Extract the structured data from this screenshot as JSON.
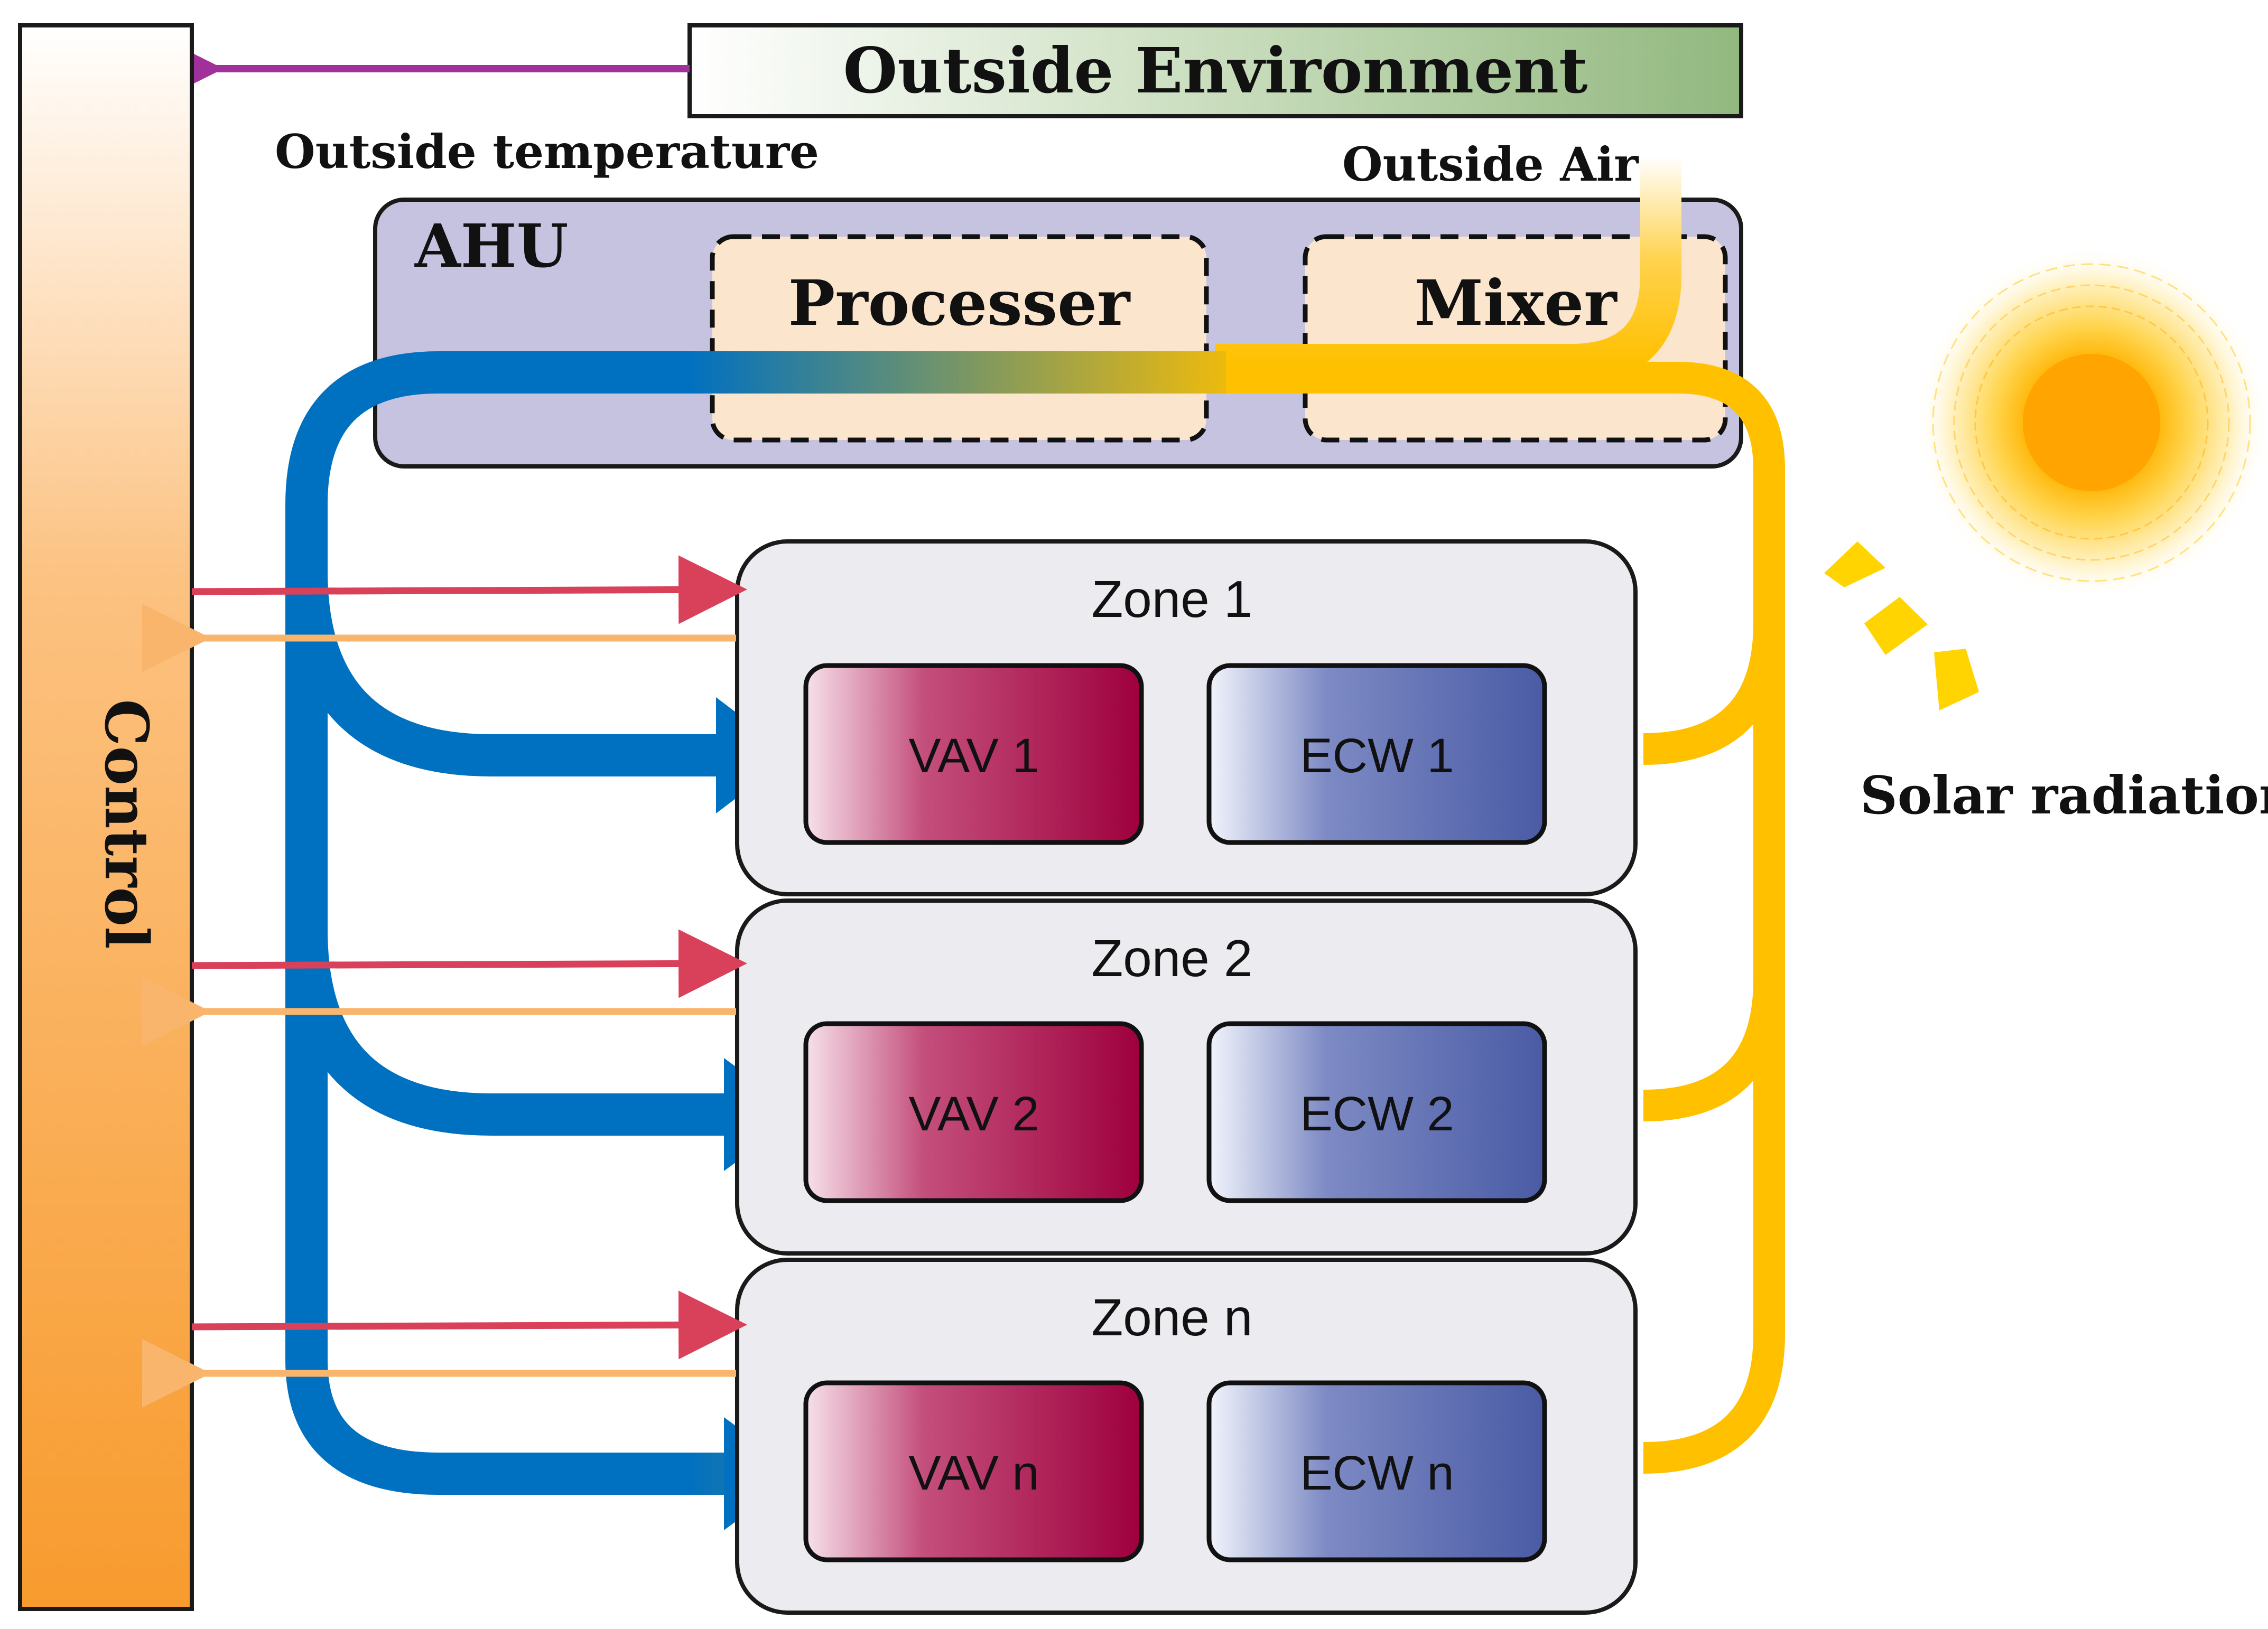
{
  "control": {
    "label": "Control"
  },
  "outside_environment": {
    "label": "Outside Environment"
  },
  "labels": {
    "outside_temperature": "Outside temperature",
    "outside_air": "Outside Air",
    "solar_radiation": "Solar radiation"
  },
  "ahu": {
    "label": "AHU",
    "processer": "Processer",
    "mixer": "Mixer"
  },
  "zones": [
    {
      "label": "Zone 1",
      "vav": "VAV 1",
      "ecw": "ECW 1"
    },
    {
      "label": "Zone 2",
      "vav": "VAV 2",
      "ecw": "ECW 2"
    },
    {
      "label": "Zone n",
      "vav": "VAV n",
      "ecw": "ECW n"
    }
  ],
  "colors": {
    "supply_air": "#0070C0",
    "outside_air": "#FFC000",
    "control_signal": "#D9405A",
    "feedback_signal": "#F9B56B",
    "temperature_signal": "#A0309A",
    "ahu_fill": "#C5C3DF",
    "zone_fill": "#EBEBF0",
    "component_fill": "#FBE5CC",
    "vav": "#A0043E",
    "ecw": "#4A5CA6"
  }
}
